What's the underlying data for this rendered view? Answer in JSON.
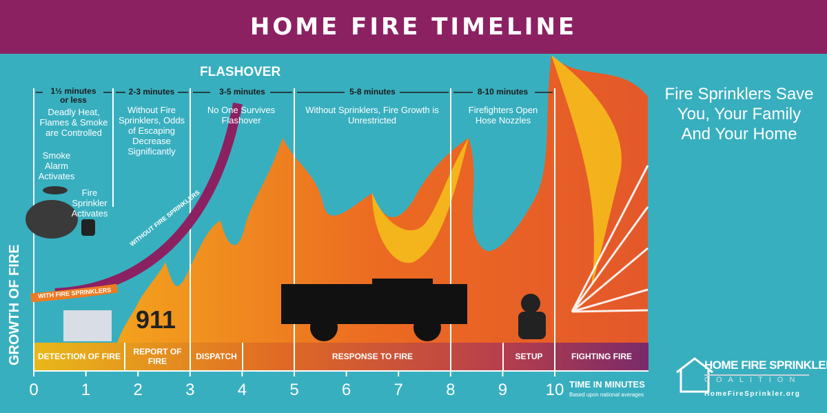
{
  "title": "HOME FIRE TIMELINE",
  "flashover_label": "FLASHOVER",
  "ranges": [
    "1½ minutes",
    "or less",
    "2-3 minutes",
    "3-5 minutes",
    "5-8 minutes",
    "8-10 minutes"
  ],
  "notes": {
    "n1": "Deadly Heat, Flames & Smoke are Controlled",
    "n2": "Without Fire Sprinklers, Odds of Escaping Decrease Significantly",
    "n3": "No One Survives Flashover",
    "n4": "Without Sprinklers, Fire Growth is Unrestricted",
    "n5": "Firefighters Open Hose Nozzles",
    "smoke_alarm": "Smoke Alarm Activates",
    "sprinkler": "Fire Sprinkler Activates",
    "call": "911"
  },
  "curves": {
    "without": "WITHOUT FIRE SPRINKLERS",
    "with": "WITH FIRE SPRINKLERS"
  },
  "y_axis_label": "GROWTH OF FIRE",
  "phases": [
    "DETECTION OF FIRE",
    "REPORT OF FIRE",
    "DISPATCH",
    "RESPONSE TO FIRE",
    "SETUP",
    "FIGHTING FIRE"
  ],
  "ticks": [
    "0",
    "1",
    "2",
    "3",
    "4",
    "5",
    "6",
    "7",
    "8",
    "9",
    "10"
  ],
  "x_axis_label": "TIME IN MINUTES",
  "x_axis_sub": "Based upon national averages",
  "tagline": "Fire Sprinklers Save You, Your Family And Your Home",
  "logo": {
    "line1": "HOME FIRE SPRINKLER",
    "line2": "COALITION",
    "url": "HomeFireSprinkler.org"
  },
  "colors": {
    "header": "#8c2162",
    "background": "#38afbf",
    "fire_orange": "#ee7b22",
    "fire_yellow": "#f6c21a",
    "purple_curve": "#8c2162"
  }
}
